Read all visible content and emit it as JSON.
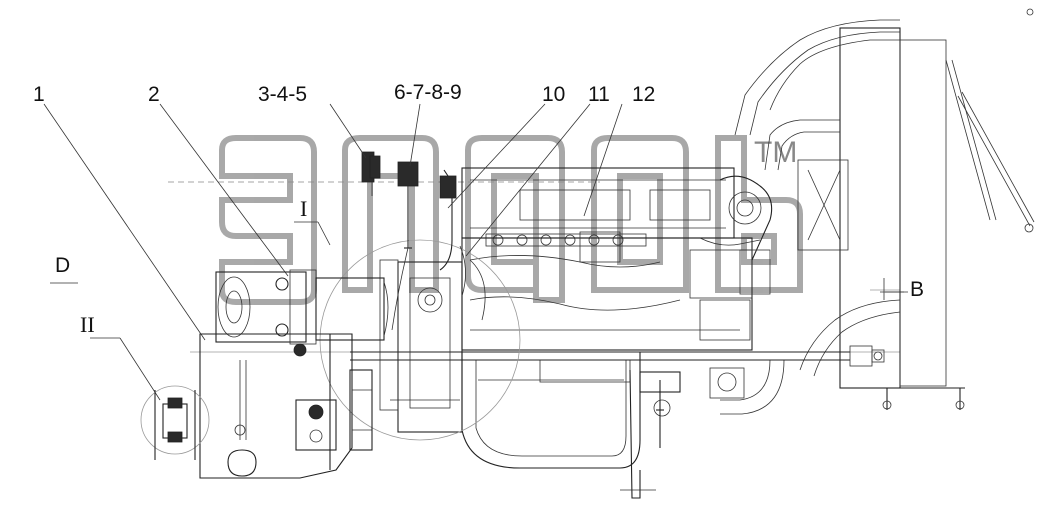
{
  "callouts": {
    "c1": "1",
    "c2": "2",
    "c3": "3-4-5",
    "c4": "6-7-8-9",
    "c5": "10",
    "c6": "11",
    "c7": "12",
    "view_d": "D",
    "view_b": "B",
    "detail_i": "I",
    "detail_ii": "II"
  },
  "watermark": {
    "tm": "TM"
  }
}
